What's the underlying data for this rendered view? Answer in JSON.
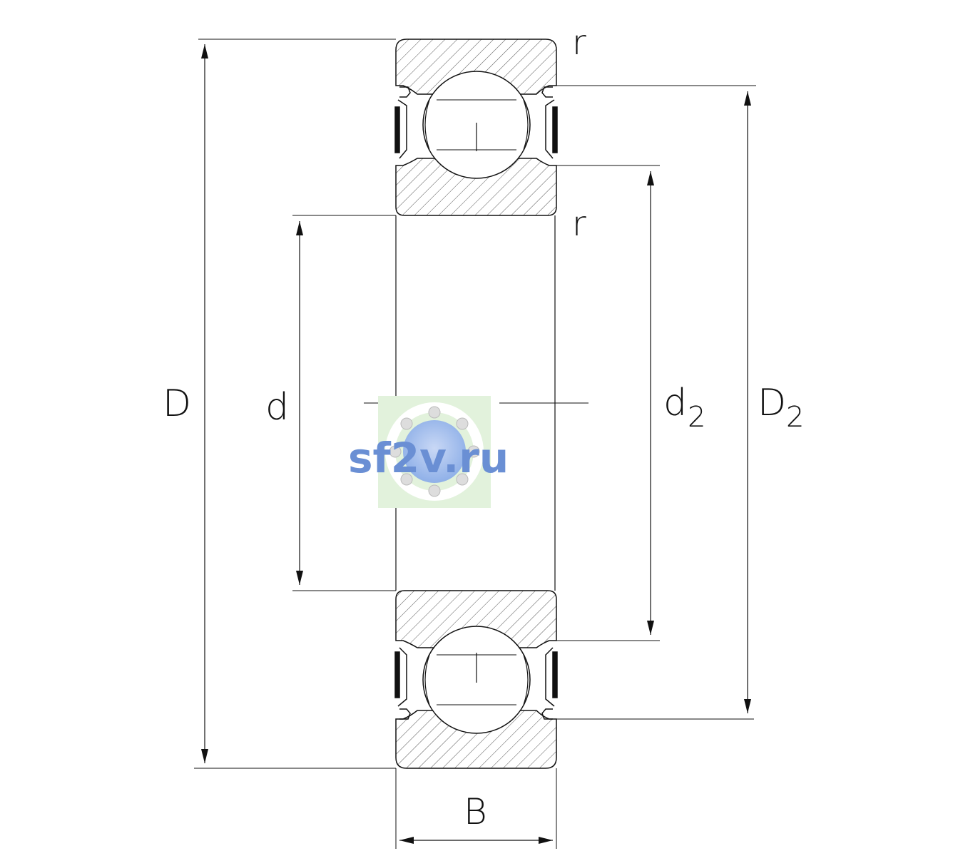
{
  "labels": {
    "outer_diameter": "D",
    "bore_diameter": "d",
    "inner_shoulder_diameter": "d",
    "inner_shoulder_sub": "2",
    "outer_shoulder_diameter": "D",
    "outer_shoulder_sub": "2",
    "width": "B",
    "radius_top": "r",
    "radius_mid": "r"
  },
  "watermark": {
    "text": "sf2v.ru",
    "text_color": "#6a8fd4",
    "bg_color": "#e2f2dc"
  },
  "colors": {
    "line": "#111111",
    "hatch": "#555555"
  }
}
